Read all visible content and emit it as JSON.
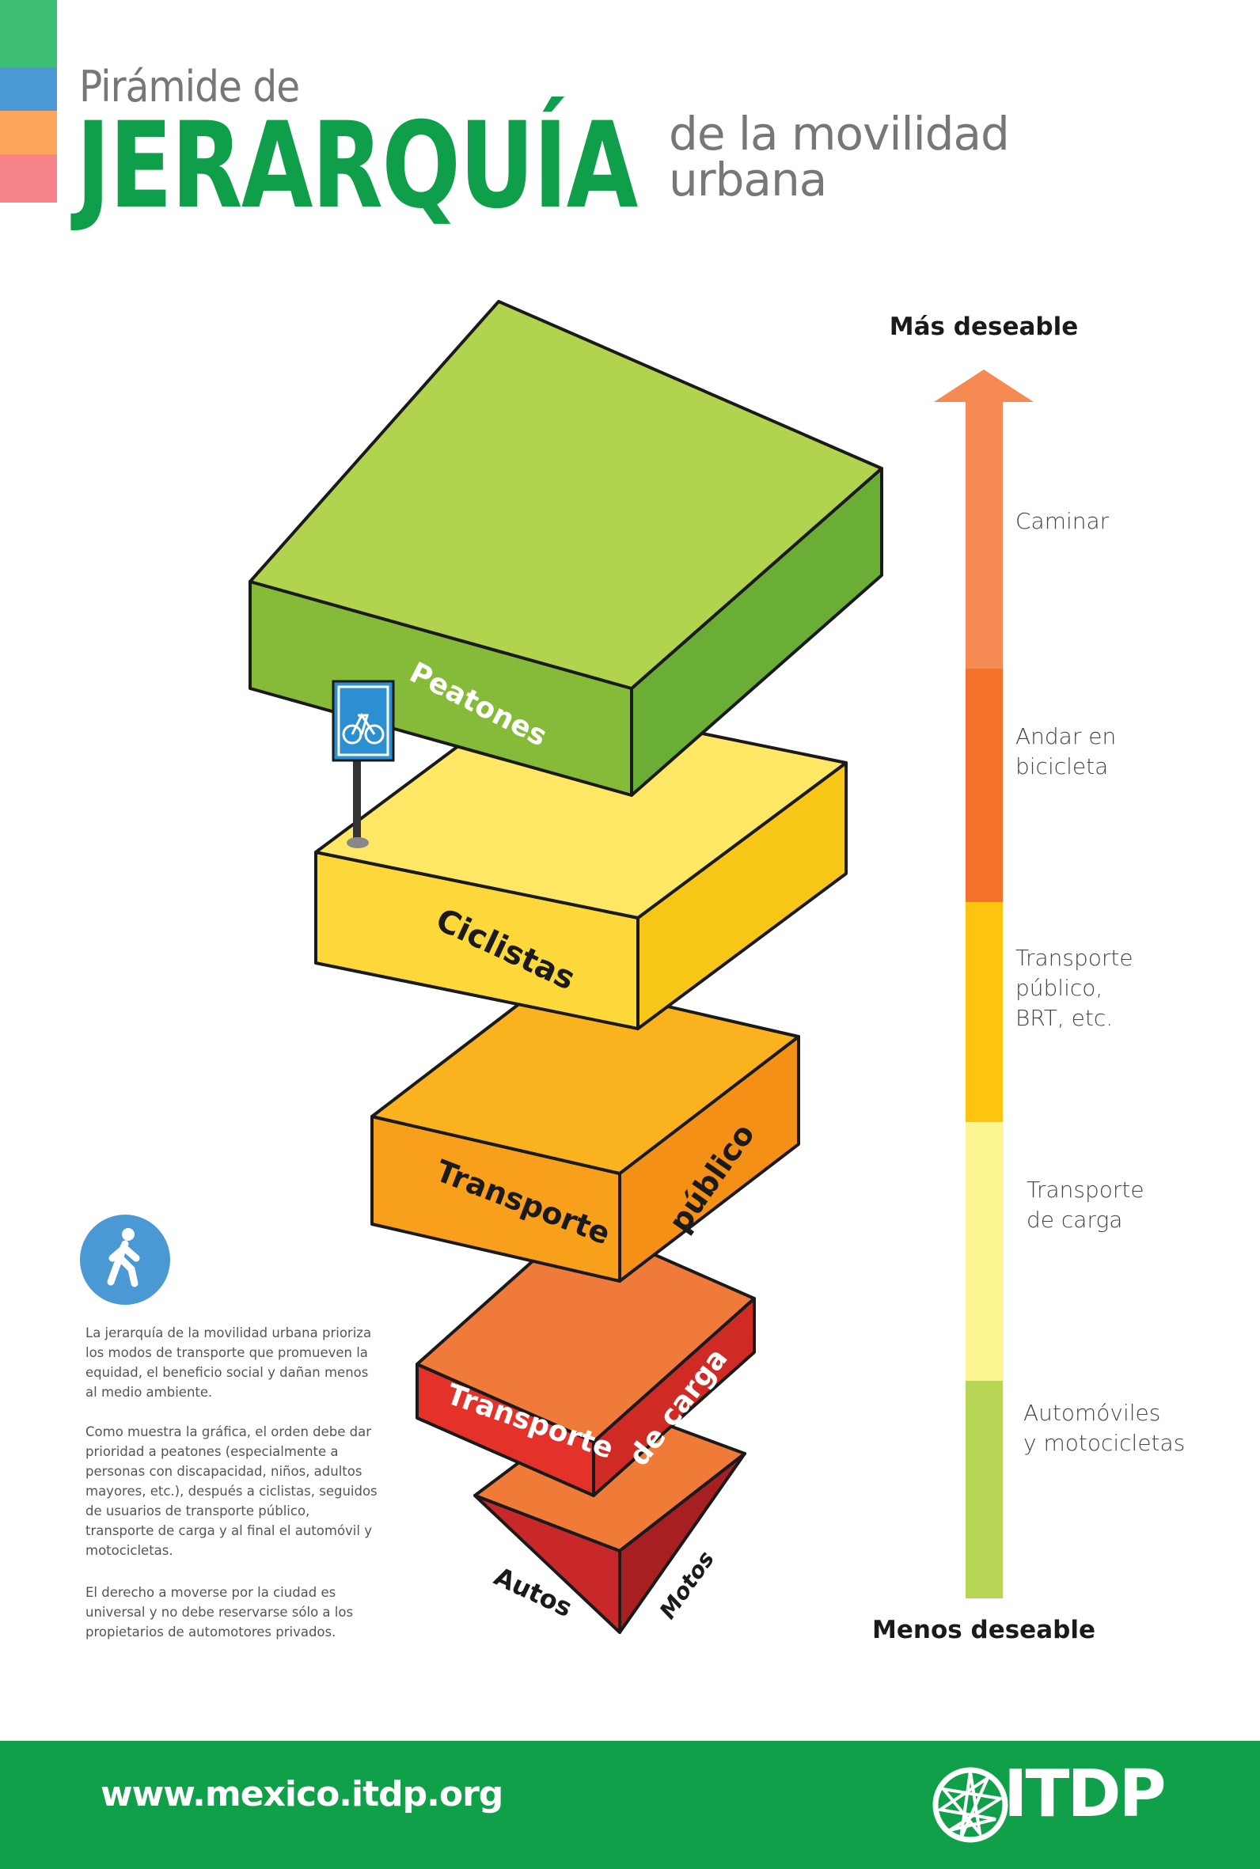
{
  "header": {
    "title_small": "Pirámide de",
    "title_big": "JERARQUÍA",
    "title_right_1": "de la movilidad",
    "title_right_2": "urbana"
  },
  "colors": {
    "brand_green": "#0f9e4a",
    "bar_green": "#3cbf74",
    "bar_blue": "#4a98d4",
    "bar_orange": "#fba65a",
    "bar_pink": "#f7838a"
  },
  "pyramid": {
    "layers": [
      "Peatones",
      "Ciclistas",
      "Transporte",
      "público",
      "Transporte",
      "de carga",
      "Autos",
      "Motos"
    ]
  },
  "legend": {
    "top": "Más deseable",
    "bottom": "Menos deseable",
    "items": [
      {
        "line1": "Caminar",
        "line2": "",
        "line3": ""
      },
      {
        "line1": "Andar en",
        "line2": "bicicleta",
        "line3": ""
      },
      {
        "line1": "Transporte",
        "line2": "público,",
        "line3": "BRT, etc."
      },
      {
        "line1": "Transporte",
        "line2": "de carga",
        "line3": ""
      },
      {
        "line1": "Automóviles",
        "line2": "y motocicletas",
        "line3": ""
      }
    ]
  },
  "description": {
    "icon": "pedestrian-icon",
    "p1": "La jerarquía de la movilidad urbana prioriza los modos de transporte que promueven la equidad, el beneficio social y dañan menos al medio ambiente.",
    "p2": "Como muestra la gráfica, el orden debe dar prioridad a peatones (especialmente a personas con discapacidad, niños, adultos mayores, etc.), después a ciclistas, seguidos de usuarios de transporte público, transporte de carga y al final el automóvil y motocicletas.",
    "p3": "El derecho a moverse por la ciudad es universal y no debe reservarse sólo a los propietarios de automotores privados."
  },
  "footer": {
    "url": "www.mexico.itdp.org",
    "logo": "ITDP"
  }
}
